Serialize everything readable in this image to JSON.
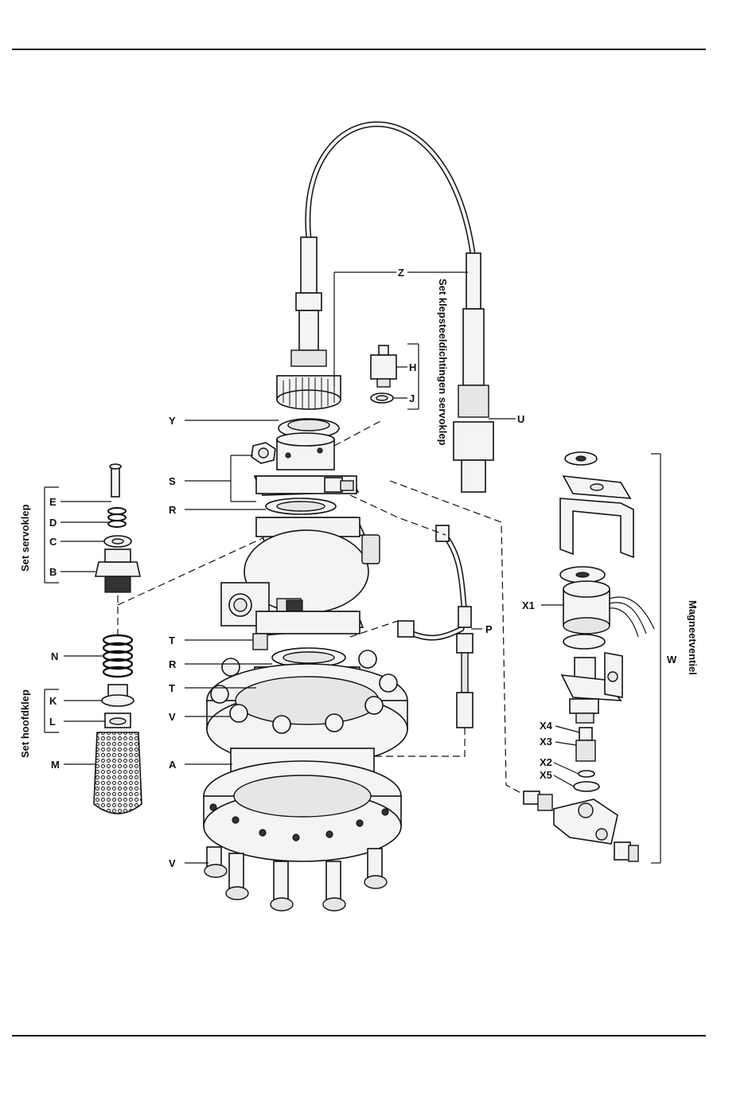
{
  "labels": {
    "Z": "Z",
    "H": "H",
    "J": "J",
    "U": "U",
    "Y": "Y",
    "S": "S",
    "R1": "R",
    "E": "E",
    "D": "D",
    "C": "C",
    "B": "B",
    "N": "N",
    "K": "K",
    "L": "L",
    "M": "M",
    "T1": "T",
    "R2": "R",
    "T2": "T",
    "V1": "V",
    "A": "A",
    "V2": "V",
    "P": "P",
    "W": "W",
    "X1": "X1",
    "X4": "X4",
    "X3": "X3",
    "X2": "X2",
    "X5": "X5"
  },
  "groups": {
    "servo_stem_seals": "Set klepsteeldichtingen servoklep",
    "servo_valve": "Set servoklep",
    "main_valve": "Set hoofdklep",
    "solenoid_valve": "Magneetventiel"
  }
}
